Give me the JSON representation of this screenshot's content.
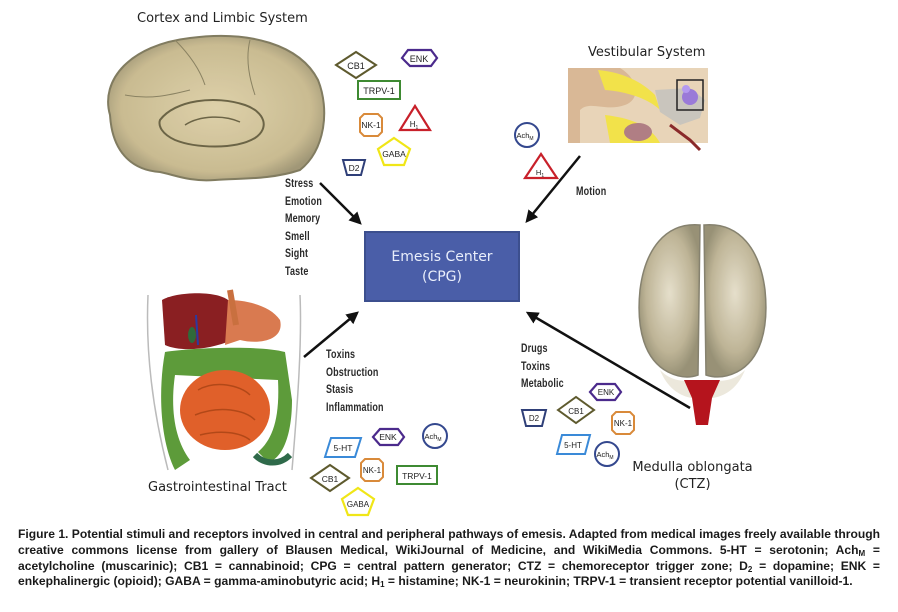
{
  "figure": {
    "center": {
      "line1": "Emesis Center",
      "line2": "(CPG)",
      "color": "#4a5ea8"
    },
    "regions": {
      "cortex": {
        "title": "Cortex and Limbic System",
        "stimuli": [
          "Stress",
          "Emotion",
          "Memory",
          "Smell",
          "Sight",
          "Taste"
        ],
        "receptors": [
          "CB1",
          "ENK",
          "TRPV-1",
          "NK-1",
          "H1",
          "GABA",
          "D2"
        ]
      },
      "vestibular": {
        "title": "Vestibular System",
        "stimuli": [
          "Motion"
        ],
        "receptors": [
          "AchM",
          "H1"
        ]
      },
      "gi": {
        "title": "Gastrointestinal Tract",
        "stimuli": [
          "Toxins",
          "Obstruction",
          "Stasis",
          "Inflammation"
        ],
        "receptors": [
          "5-HT",
          "ENK",
          "AchM",
          "CB1",
          "NK-1",
          "TRPV-1",
          "GABA"
        ]
      },
      "medulla": {
        "title_line1": "Medulla oblongata",
        "title_line2": "(CTZ)",
        "stimuli": [
          "Drugs",
          "Toxins",
          "Metabolic"
        ],
        "receptors": [
          "ENK",
          "D2",
          "CB1",
          "NK-1",
          "5-HT",
          "AchM"
        ]
      }
    },
    "receptor_labels": {
      "cb1": "CB1",
      "enk": "ENK",
      "trpv1": "TRPV-1",
      "nk1": "NK-1",
      "h": "H",
      "h_sub": "1",
      "gaba": "GABA",
      "d2": "D2",
      "ach": "Ach",
      "ach_sub": "M",
      "ht5": "5-HT"
    },
    "receptor_colors": {
      "CB1": "#5e5a2e",
      "ENK": "#4b2a8c",
      "TRPV-1": "#3e8a32",
      "NK-1": "#d98a3a",
      "H1": "#c8202a",
      "GABA": "#f0e617",
      "D2": "#2f3f78",
      "AchM": "#34488e",
      "5-HT": "#3a8ad8"
    }
  },
  "caption": {
    "text": "Figure 1. Potential stimuli and receptors involved in central and peripheral pathways of emesis. Adapted from medical images freely available through creative commons license from gallery of Blausen Medical, WikiJournal of Medicine, and WikiMedia Commons. 5-HT = serotonin; Ach",
    "sub_m": "M",
    "text2": " = acetylcholine (muscarinic); CB1 = cannabinoid; CPG = central pattern generator; CTZ = chemoreceptor trigger zone; D",
    "sub_2": "2",
    "text3": " = dopamine; ENK = enkephalinergic (opioid); GABA = gamma-aminobutyric acid; H",
    "sub_1": "1",
    "text4": " = histamine; NK-1 = neurokinin; TRPV-1 = transient receptor potential vanilloid-1."
  }
}
